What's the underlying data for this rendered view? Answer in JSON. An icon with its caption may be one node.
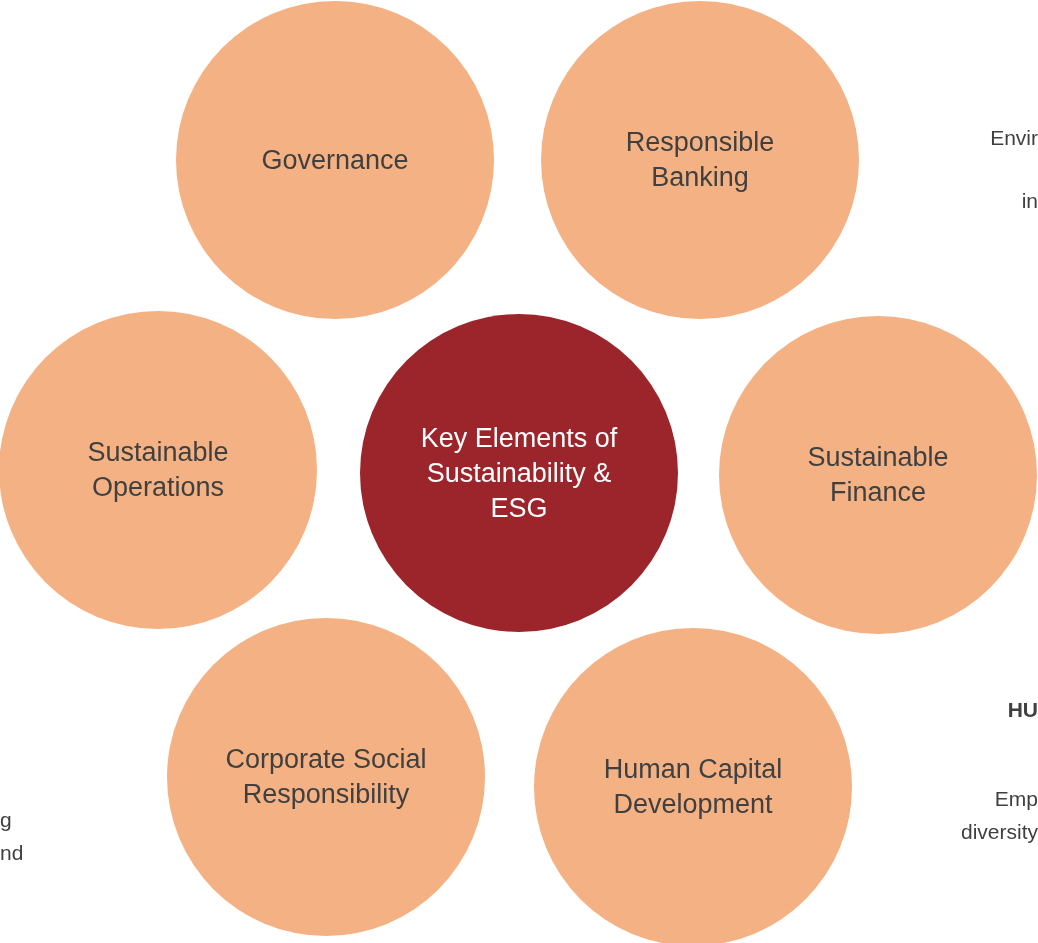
{
  "diagram": {
    "nodes": [
      {
        "text": [
          "Governance"
        ]
      },
      {
        "text": [
          "Responsible Banking"
        ]
      },
      {
        "text": [
          "Sustainable Operations"
        ]
      },
      {
        "text": [
          "Key Elements of Sustainability & ESG"
        ]
      },
      {
        "text": [
          "Sustainable Finance"
        ]
      },
      {
        "text": [
          "Corporate Social Responsibility"
        ]
      },
      {
        "text": [
          "Human Capital Development"
        ]
      }
    ],
    "edges": [],
    "labels": [
      "Envir",
      "in",
      "HU",
      "Emp",
      "diversity",
      "g",
      "nd"
    ]
  }
}
